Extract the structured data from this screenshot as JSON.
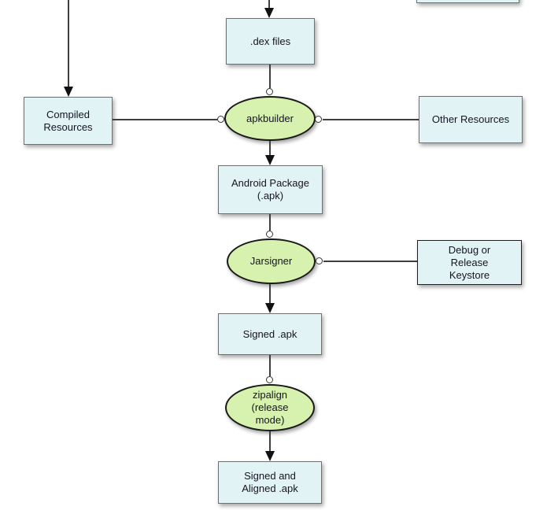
{
  "diagram": {
    "nodes": {
      "clipped_box": {
        "label": ""
      },
      "dex_files": {
        "label": ".dex files"
      },
      "compiled_resources": {
        "label": "Compiled\nResources"
      },
      "apkbuilder": {
        "label": "apkbuilder"
      },
      "other_resources": {
        "label": "Other Resources"
      },
      "android_package": {
        "label": "Android Package\n(.apk)"
      },
      "jarsigner": {
        "label": "Jarsigner"
      },
      "debug_release_keystore": {
        "label": "Debug or\nRelease\nKeystore"
      },
      "signed_apk": {
        "label": "Signed .apk"
      },
      "zipalign": {
        "label": "zipalign\n(release\nmode)"
      },
      "signed_aligned_apk": {
        "label": "Signed and\nAligned .apk"
      }
    },
    "colors": {
      "box_fill": "#e2f3f6",
      "box_border": "#6f6f6f",
      "ellipse_fill": "#d6f2ae",
      "ellipse_border": "#1a1a1a",
      "line": "#3f3f3f",
      "text": "#141422",
      "background": "#ffffff"
    }
  }
}
